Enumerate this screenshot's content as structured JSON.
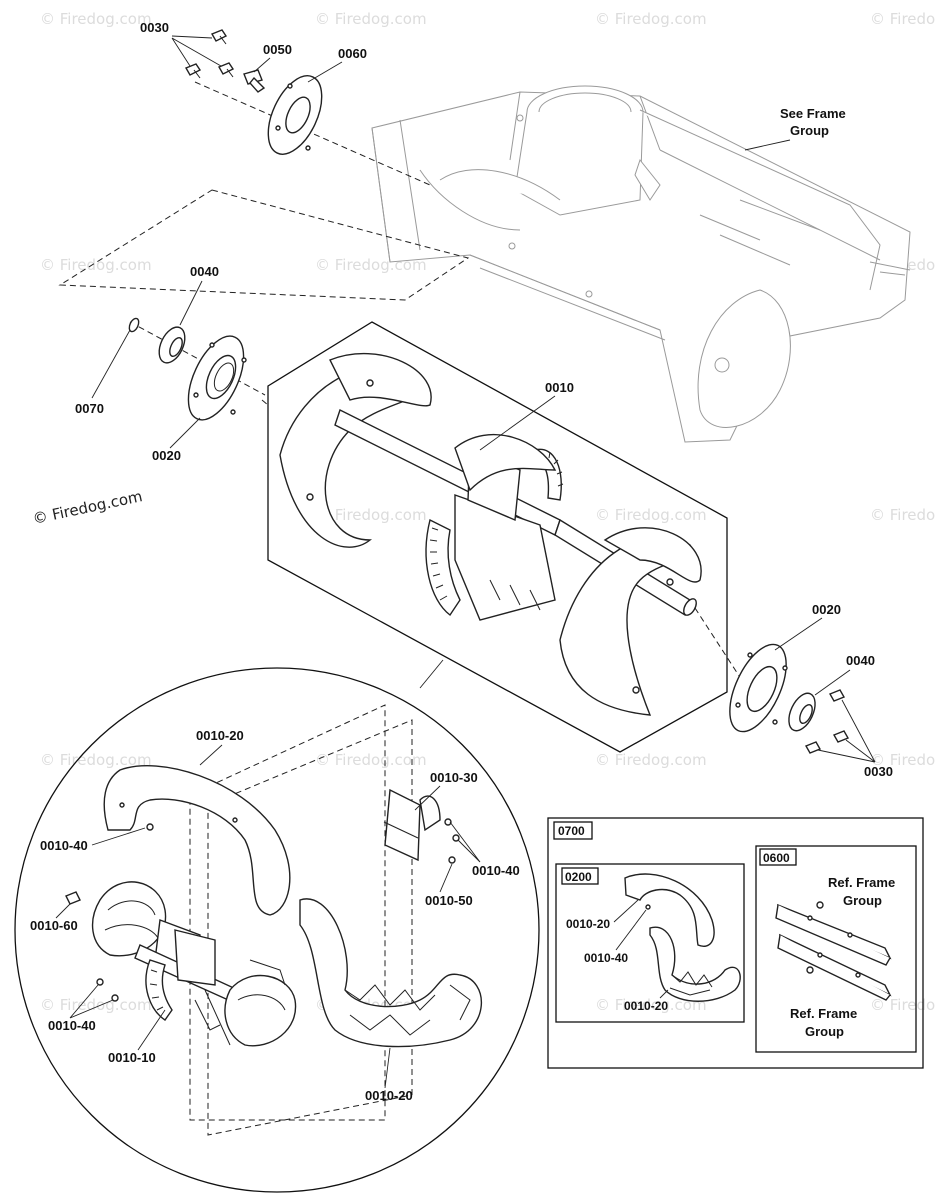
{
  "watermark": {
    "text": "© Firedog.com"
  },
  "callouts": {
    "p0030_top": "0030",
    "p0050": "0050",
    "p0060": "0060",
    "see_frame_group": [
      "See Frame",
      "Group"
    ],
    "p0040_left": "0040",
    "p0070": "0070",
    "p0020_left": "0020",
    "p0010": "0010",
    "p0020_right": "0020",
    "p0040_right": "0040",
    "p0030_right": "0030"
  },
  "detail_circle": {
    "labels": {
      "a_0010_20_top": "0010-20",
      "a_0010_40_left": "0010-40",
      "a_0010_60": "0010-60",
      "a_0010_40_bottom": "0010-40",
      "a_0010_10": "0010-10",
      "a_0010_30": "0010-30",
      "a_0010_40_right": "0010-40",
      "a_0010_50": "0010-50",
      "a_0010_20_bottom": "0010-20"
    }
  },
  "kit_box": {
    "title": "0700",
    "sub_0200": {
      "title": "0200",
      "labels": [
        "0010-20",
        "0010-40",
        "0010-20"
      ]
    },
    "sub_0600": {
      "title": "0600",
      "ref_top": [
        "Ref. Frame",
        "Group"
      ],
      "ref_bottom": [
        "Ref. Frame",
        "Group"
      ]
    }
  }
}
